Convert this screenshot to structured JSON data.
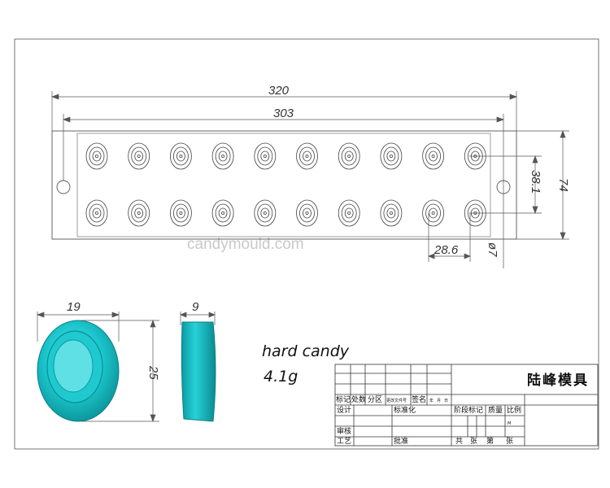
{
  "dimensions": {
    "overall_length": "320",
    "cavity_span": "303",
    "row_spacing": "38.1",
    "overall_width": "74",
    "pitch": "28.6",
    "hole": "ø7",
    "candy_diameter": "19",
    "candy_height": "9",
    "candy_length": "25"
  },
  "watermark": "candymould.com",
  "product": {
    "name": "hard candy",
    "weight": "4.1g"
  },
  "title_block": {
    "brand": "陆峰模具",
    "rev_headers": [
      "标记",
      "处数",
      "分区",
      "更改文件号",
      "签名",
      "年",
      "月",
      "日"
    ],
    "design": "设计",
    "standard": "标准化",
    "review": "审核",
    "process": "工艺",
    "approve": "批准",
    "stage": "阶段标记",
    "mass": "质量",
    "scale": "比例",
    "scale_value": "M",
    "sheets": [
      "共",
      "张",
      "第",
      "张"
    ]
  },
  "colors": {
    "candy": "#16c2c9",
    "candy_dark": "#0a8f95",
    "line": "#444444"
  }
}
